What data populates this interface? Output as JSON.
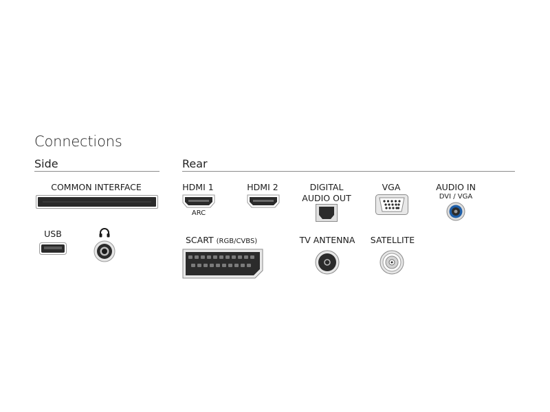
{
  "title": "Connections",
  "side": {
    "heading": "Side",
    "common_interface_label": "COMMON INTERFACE",
    "usb_label": "USB",
    "headphone_icon": "headphone-icon"
  },
  "rear": {
    "heading": "Rear",
    "hdmi1_label": "HDMI 1",
    "hdmi1_sub": "ARC",
    "hdmi2_label": "HDMI 2",
    "digital_audio_label_line1": "DIGITAL",
    "digital_audio_label_line2": "AUDIO OUT",
    "vga_label": "VGA",
    "audio_in_label": "AUDIO IN",
    "audio_in_sub": "DVI / VGA",
    "scart_label": "SCART",
    "scart_sub": "(RGB/CVBS)",
    "tv_antenna_label": "TV ANTENNA",
    "satellite_label": "SATELLITE"
  },
  "colors": {
    "port_fill": "#2b2b2b",
    "port_outline": "#9a9a9a",
    "audio_in_accent": "#1f5fa8",
    "rule": "#8a8a8a"
  }
}
